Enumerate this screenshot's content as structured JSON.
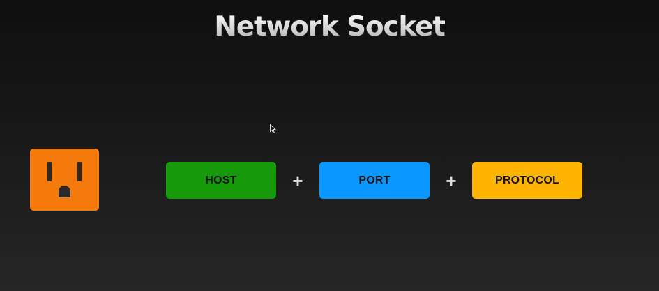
{
  "title": "Network Socket",
  "socket_icon": {
    "icon": "power-outlet-icon",
    "body_color": "#F47B0B",
    "slot_color": "#2a2a2a"
  },
  "components": [
    {
      "label": "HOST",
      "color": "#179A0A"
    },
    {
      "label": "PORT",
      "color": "#0A97FF"
    },
    {
      "label": "PROTOCOL",
      "color": "#FFB400"
    }
  ],
  "operators": [
    "+",
    "+"
  ],
  "cursor_icon": "mouse-pointer-icon"
}
